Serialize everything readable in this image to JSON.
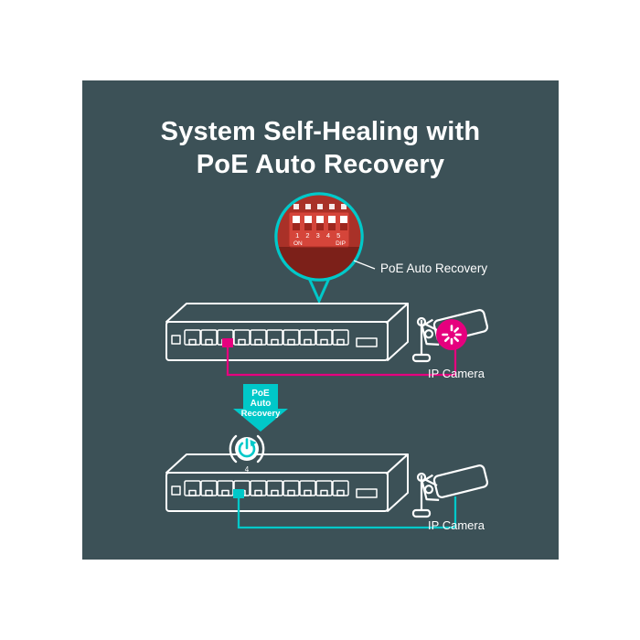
{
  "title": {
    "line1": "System Self-Healing with",
    "line2": "PoE Auto Recovery"
  },
  "callout": {
    "label": "PoE Auto Recovery",
    "dip_numbers": "1 2 3 4 5",
    "dip_on": "ON",
    "dip_label": "DIP"
  },
  "recovery_arrow": {
    "line1": "PoE",
    "line2": "Auto",
    "line3": "Recovery"
  },
  "power_cycle": {
    "step": "4"
  },
  "cameras": {
    "camera1_label": "IP Camera",
    "camera2_label": "IP Camera"
  },
  "colors": {
    "panel_background": "#3c5157",
    "teal_accent": "#00c8c9",
    "magenta_accent": "#e6007e",
    "dip_switch_red": "#d5453a",
    "dip_board_red": "#9c2b22",
    "text_white": "#ffffff"
  },
  "icons": {
    "zoom_callout": "magnifier-circle-with-pointer",
    "fault_spinner": "loading-burst",
    "power_cycle": "restart-power-symbol",
    "camera": "bullet-cctv-outline",
    "switch": "poe-switch-outline"
  }
}
